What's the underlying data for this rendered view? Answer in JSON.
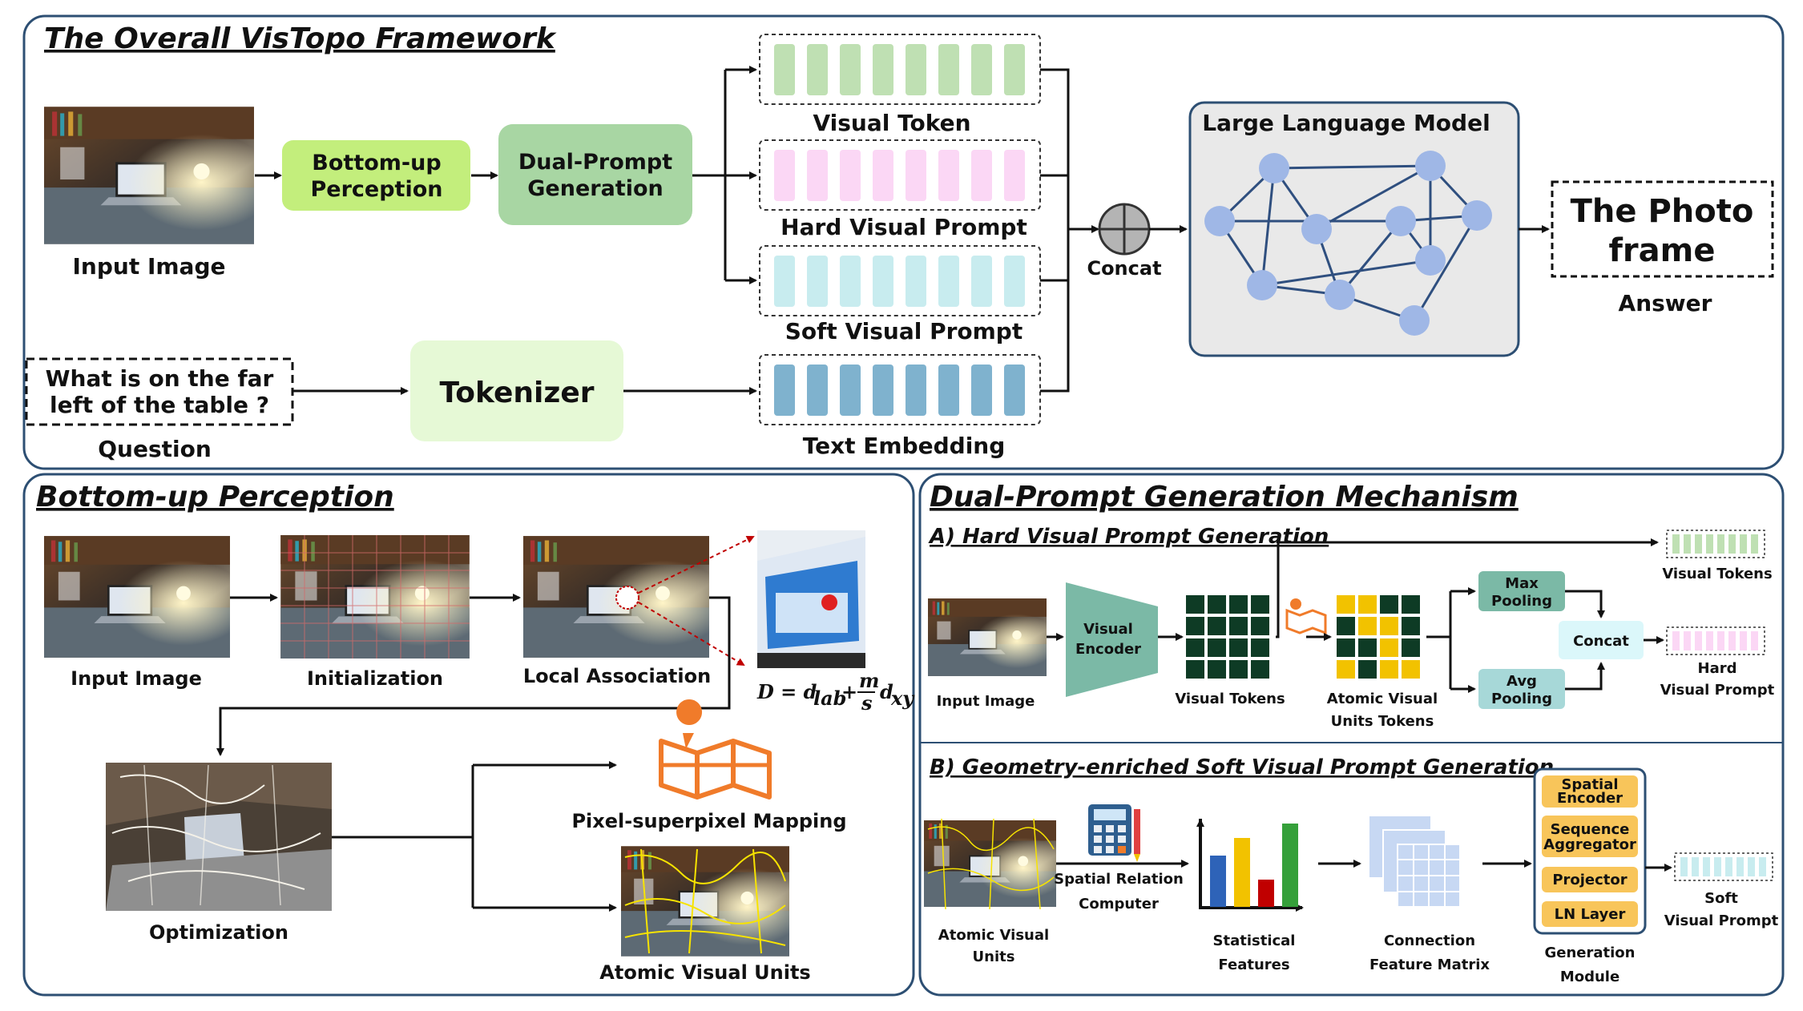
{
  "colors": {
    "frame": "#2d4f73",
    "green_light": "#c3ee7c",
    "green_mid": "#a8d6a3",
    "green_pale": "#e6f9d6",
    "token_green": "#bfe0b3",
    "token_pink": "#fbd7f5",
    "token_cyan": "#c8ecef",
    "token_blue": "#7fb2ce",
    "teal": "#7bb9a6",
    "llm_bg": "#e9e9e9",
    "node": "#9fb7e6",
    "edge": "#2f4f7f",
    "grid_dark": "#0e3b25",
    "grid_yellow": "#f2c200",
    "red": "#c00000",
    "orange": "#f07b2a"
  },
  "top": {
    "title": "The Overall VisTopo Framework",
    "input_image_label": "Input Image",
    "bottom_up_box": [
      "Bottom-up",
      "Perception"
    ],
    "dual_prompt_box": [
      "Dual-Prompt",
      "Generation"
    ],
    "visual_token_label": "Visual Token",
    "hard_prompt_label": "Hard Visual Prompt",
    "soft_prompt_label": "Soft Visual Prompt",
    "text_embedding_label": "Text Embedding",
    "question_text": [
      "What is on the far",
      "left of the table ?"
    ],
    "question_label": "Question",
    "tokenizer_label": "Tokenizer",
    "concat_label": "Concat",
    "llm_title": "Large Language Model",
    "answer_text": [
      "The Photo",
      "frame"
    ],
    "answer_label": "Answer"
  },
  "bottom_left": {
    "title": "Bottom-up Perception",
    "input_image_label": "Input Image",
    "initialization_label": "Initialization",
    "local_association_label": "Local Association",
    "formula": "D = d_lab + (m/s) d_xy",
    "optimization_label": "Optimization",
    "mapping_label": "Pixel-superpixel Mapping",
    "atomic_units_label": "Atomic Visual Units"
  },
  "bottom_right": {
    "title": "Dual-Prompt Generation Mechanism",
    "section_a": "A) Hard Visual Prompt Generation",
    "input_image_label": "Input Image",
    "visual_encoder": [
      "Visual",
      "Encoder"
    ],
    "visual_tokens_label": "Visual Tokens",
    "atomic_tokens_label": [
      "Atomic Visual",
      "Units Tokens"
    ],
    "max_pooling": [
      "Max",
      "Pooling"
    ],
    "avg_pooling": [
      "Avg",
      "Pooling"
    ],
    "concat_label": "Concat",
    "out_visual_tokens": "Visual Tokens",
    "out_hard_prompt": [
      "Hard",
      "Visual Prompt"
    ],
    "section_b": "B) Geometry-enriched Soft Visual Prompt Generation",
    "atomic_units_label": [
      "Atomic Visual",
      "Units"
    ],
    "spatial_relation": [
      "Spatial Relation",
      "Computer"
    ],
    "statistical_label": [
      "Statistical",
      "Features"
    ],
    "connection_label": [
      "Connection",
      "Feature Matrix"
    ],
    "gen_modules": [
      "Spatial\nEncoder",
      "Sequence\nAggregator",
      "Projector",
      "LN Layer"
    ],
    "generation_label": [
      "Generation",
      "Module"
    ],
    "soft_prompt_label": [
      "Soft",
      "Visual Prompt"
    ]
  }
}
